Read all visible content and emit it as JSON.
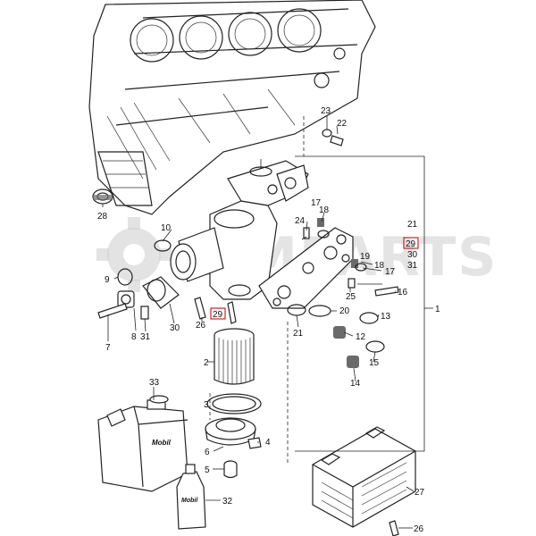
{
  "watermark": "RMPARTS",
  "brand_can": "Mobil",
  "brand_bottle": "Mobil",
  "highlight_color": "#d42020",
  "callouts": [
    {
      "id": "c1",
      "text": "1"
    },
    {
      "id": "c2",
      "text": "2"
    },
    {
      "id": "c3",
      "text": "3"
    },
    {
      "id": "c4",
      "text": "4"
    },
    {
      "id": "c5",
      "text": "5"
    },
    {
      "id": "c6",
      "text": "6"
    },
    {
      "id": "c7",
      "text": "7"
    },
    {
      "id": "c8",
      "text": "8"
    },
    {
      "id": "c9",
      "text": "9"
    },
    {
      "id": "c10",
      "text": "10"
    },
    {
      "id": "c12",
      "text": "12"
    },
    {
      "id": "c13",
      "text": "13"
    },
    {
      "id": "c14",
      "text": "14"
    },
    {
      "id": "c15",
      "text": "15"
    },
    {
      "id": "c16",
      "text": "16"
    },
    {
      "id": "c17a",
      "text": "17"
    },
    {
      "id": "c17b",
      "text": "17"
    },
    {
      "id": "c18a",
      "text": "18"
    },
    {
      "id": "c18b",
      "text": "18"
    },
    {
      "id": "c19",
      "text": "19"
    },
    {
      "id": "c20",
      "text": "20"
    },
    {
      "id": "c21a",
      "text": "21"
    },
    {
      "id": "c21b",
      "text": "21"
    },
    {
      "id": "c22",
      "text": "22"
    },
    {
      "id": "c23",
      "text": "23"
    },
    {
      "id": "c24",
      "text": "24"
    },
    {
      "id": "c25",
      "text": "25"
    },
    {
      "id": "c26a",
      "text": "26"
    },
    {
      "id": "c26b",
      "text": "26"
    },
    {
      "id": "c27",
      "text": "27"
    },
    {
      "id": "c28",
      "text": "28"
    },
    {
      "id": "c29a",
      "text": "29"
    },
    {
      "id": "c29b",
      "text": "29"
    },
    {
      "id": "c30a",
      "text": "30"
    },
    {
      "id": "c30b",
      "text": "30"
    },
    {
      "id": "c31a",
      "text": "31"
    },
    {
      "id": "c31b",
      "text": "31"
    },
    {
      "id": "c32",
      "text": "32"
    },
    {
      "id": "c33",
      "text": "33"
    }
  ]
}
